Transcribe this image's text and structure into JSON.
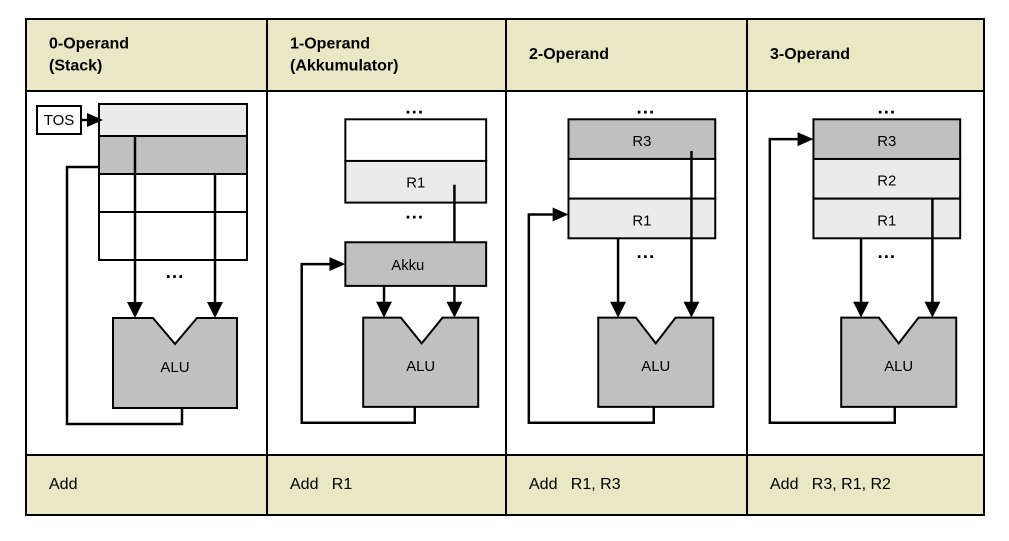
{
  "figure": {
    "kind": "operand-count-instruction-formats-table",
    "background_color": "#ffffff",
    "header_fill": "#e8e8c4",
    "body_fill": "#ffffff",
    "line_color": "#000000",
    "fill_light": "#ebebeb",
    "fill_mid": "#e6e6e6",
    "fill_dark": "#c0c0c0"
  },
  "columns": [
    {
      "id": "zero-operand",
      "header": "0-Operand\n(Stack)",
      "instruction": "Add",
      "pointer_label": "TOS",
      "ellipsis": "...",
      "alu_label": "ALU",
      "cells": [
        {
          "label": "",
          "shade": "light"
        },
        {
          "label": "",
          "shade": "dark"
        },
        {
          "label": "",
          "shade": "white"
        },
        {
          "label": "",
          "shade": "white"
        }
      ]
    },
    {
      "id": "one-operand",
      "header": "1-Operand\n(Akkumulator)",
      "instruction": "Add   R1",
      "pointer_label": "",
      "ellipsis": "...",
      "alu_label": "ALU",
      "accumulator_label": "Akku",
      "cells": [
        {
          "label": "",
          "shade": "white"
        },
        {
          "label": "R1",
          "shade": "light"
        }
      ]
    },
    {
      "id": "two-operand",
      "header": "2-Operand",
      "instruction": "Add   R1, R3",
      "pointer_label": "",
      "ellipsis": "...",
      "alu_label": "ALU",
      "cells": [
        {
          "label": "R3",
          "shade": "dark"
        },
        {
          "label": "",
          "shade": "white"
        },
        {
          "label": "R1",
          "shade": "light"
        }
      ]
    },
    {
      "id": "three-operand",
      "header": "3-Operand",
      "instruction": "Add   R3, R1, R2",
      "pointer_label": "",
      "ellipsis": "...",
      "alu_label": "ALU",
      "cells": [
        {
          "label": "R3",
          "shade": "dark"
        },
        {
          "label": "R2",
          "shade": "light"
        },
        {
          "label": "R1",
          "shade": "light"
        }
      ]
    }
  ]
}
